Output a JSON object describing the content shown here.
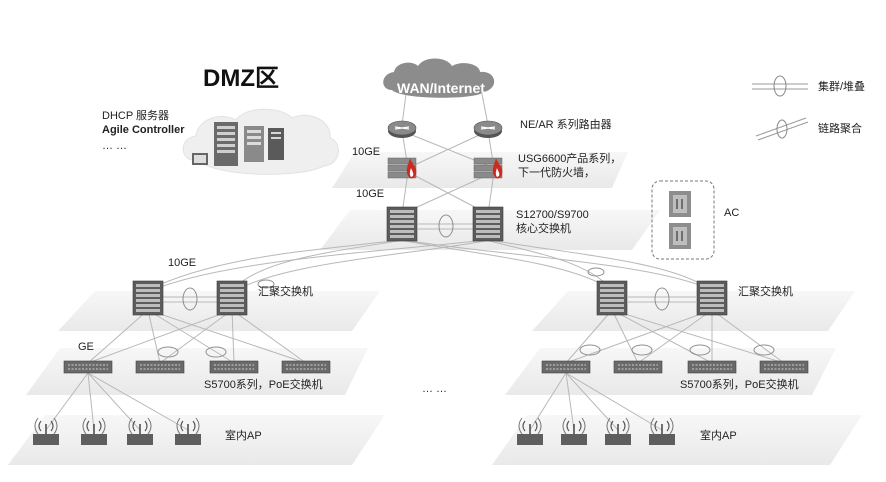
{
  "dmz": {
    "title": "DMZ区",
    "line1": "DHCP 服务器",
    "line2": "Agile Controller",
    "line3": "… …"
  },
  "wan": {
    "label": "WAN/Internet"
  },
  "router": {
    "label": "NE/AR 系列路由器"
  },
  "firewall": {
    "line1": "USG6600产品系列，",
    "line2": "下一代防火墙，"
  },
  "core": {
    "line1": "S12700/S9700",
    "line2": "核心交换机"
  },
  "links": {
    "ge10_top": "10GE",
    "ge10_mid": "10GE",
    "ge10_left": "10GE",
    "ge": "GE"
  },
  "ac": {
    "label": "AC"
  },
  "legend": {
    "stack": "集群/堆叠",
    "trunk": "链路聚合"
  },
  "left": {
    "agg": "汇聚交换机",
    "access": "S5700系列，PoE交换机",
    "ap": "室内AP"
  },
  "right": {
    "agg": "汇聚交换机",
    "access": "S5700系列，PoE交换机",
    "ap": "室内AP"
  },
  "ellipsis": "… …",
  "colors": {
    "firewall_red": "#cc2a1e",
    "cloud": "#8c8c8c",
    "device": "#6e6e6e",
    "plane": "#f1f1f1"
  }
}
